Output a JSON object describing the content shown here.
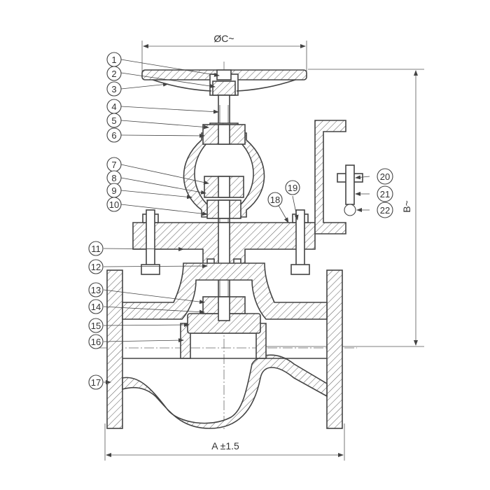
{
  "dimensions": {
    "top": "ØC~",
    "bottom": "A ±1.5",
    "right": "B~"
  },
  "callouts_left": [
    "1",
    "2",
    "3",
    "4",
    "5",
    "6",
    "7",
    "8",
    "9",
    "10",
    "11",
    "12",
    "13",
    "14",
    "15",
    "16",
    "17"
  ],
  "callouts_right": [
    "18",
    "19",
    "20",
    "21",
    "22"
  ]
}
